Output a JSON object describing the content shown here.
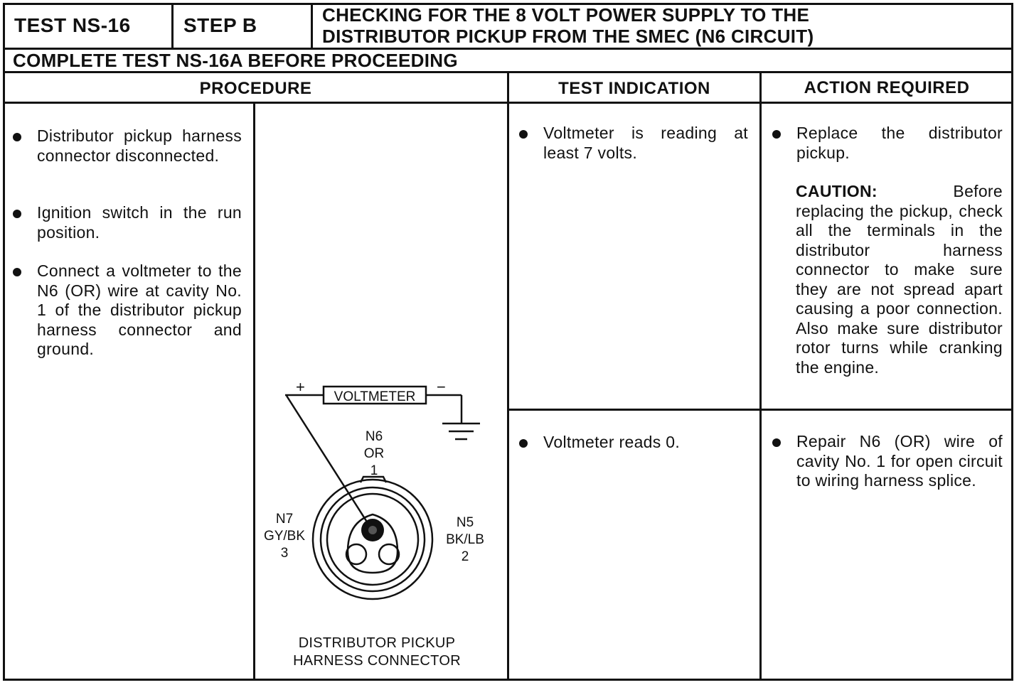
{
  "header": {
    "test": "TEST NS-16",
    "step": "STEP B",
    "title_line1": "CHECKING FOR THE 8 VOLT POWER SUPPLY TO THE",
    "title_line2": "DISTRIBUTOR PICKUP FROM THE SMEC (N6 CIRCUIT)",
    "prerequisite": "COMPLETE TEST NS-16A BEFORE PROCEEDING"
  },
  "columns": {
    "procedure": "PROCEDURE",
    "test_indication": "TEST INDICATION",
    "action_required": "ACTION REQUIRED"
  },
  "procedure_steps": [
    "Distributor pickup harness connector disconnected.",
    "Ignition switch in the run position.",
    "Connect a voltmeter to the N6 (OR) wire at cavity No. 1 of the distributor pickup harness connector and ground."
  ],
  "diagram": {
    "plus": "+",
    "minus": "−",
    "voltmeter": "VOLTMETER",
    "pin1": {
      "wire": "N6",
      "color": "OR",
      "cavity": "1"
    },
    "pin2": {
      "wire": "N5",
      "color": "BK/LB",
      "cavity": "2"
    },
    "pin3": {
      "wire": "N7",
      "color": "GY/BK",
      "cavity": "3"
    },
    "caption_line1": "DISTRIBUTOR PICKUP",
    "caption_line2": "HARNESS CONNECTOR"
  },
  "rows": [
    {
      "indication": "Voltmeter is reading at least 7 volts.",
      "action": "Replace the distributor pickup.",
      "caution_label": "CAUTION:",
      "caution_text": "Before replacing the pickup, check all the terminals in the distributor harness connector to make sure they are not spread apart causing a poor connection. Also make sure distributor rotor turns while cranking the engine."
    },
    {
      "indication": "Voltmeter reads 0.",
      "action": "Repair N6 (OR) wire of cavity No. 1 for open circuit to wiring harness splice."
    }
  ]
}
